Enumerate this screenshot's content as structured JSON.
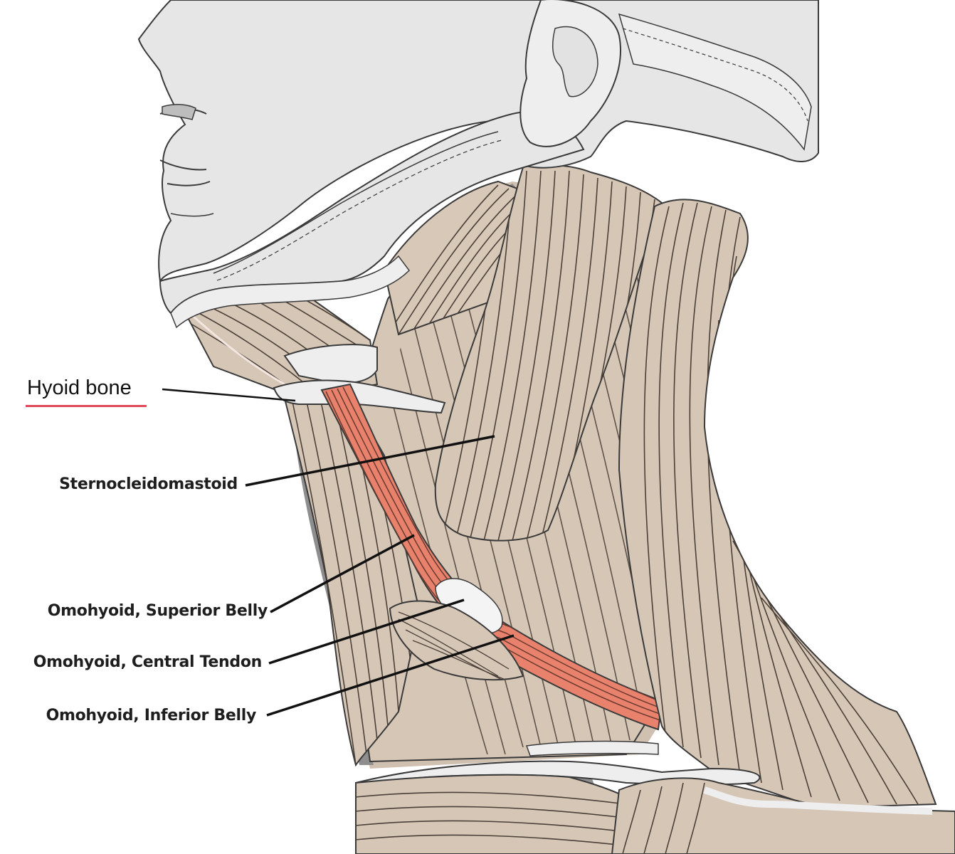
{
  "labels": {
    "hyoid_bone": "Hyoid bone",
    "sternocleidomastoid": "Sternocleidomastoid",
    "omohyoid_superior": "Omohyoid, Superior Belly",
    "omohyoid_tendon": "Omohyoid, Central Tendon",
    "omohyoid_inferior": "Omohyoid, Inferior Belly"
  },
  "colors": {
    "skin": "#e6e6e6",
    "muscle": "#d6c6b6",
    "muscle_fiber": "#4a4038",
    "omohyoid": "#e8826c",
    "deep_tissue": "#8e8e8e",
    "bone": "#eeeeee",
    "outline": "#3a3a3a",
    "underline": "#e0485a"
  }
}
